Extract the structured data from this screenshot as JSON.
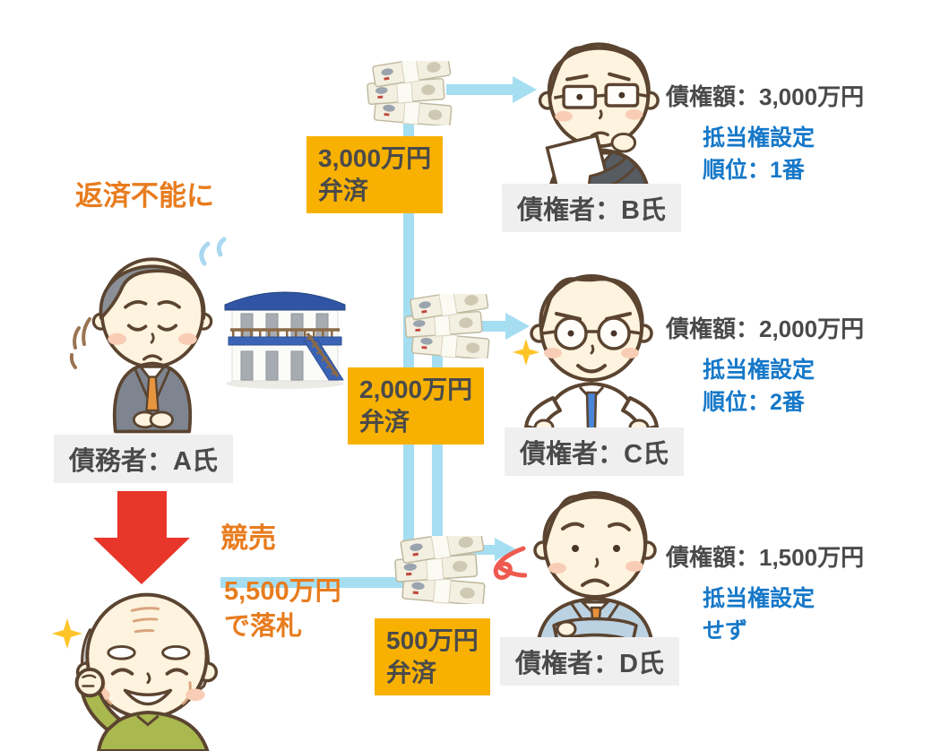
{
  "colors": {
    "connector": "#A5DEF1",
    "payment_box": "#F8B100",
    "label_box_bg": "#EFEFEF",
    "text_dark": "#4A4A4A",
    "text_blue": "#1678C8",
    "text_orange": "#E87C1E",
    "arrow_red": "#E8362A"
  },
  "debtor": {
    "status_label": "返済不能に",
    "name_label": "債務者：A氏"
  },
  "auction": {
    "title": "競売",
    "bid_line1": "5,500万円",
    "bid_line2": "で落札"
  },
  "payments": [
    {
      "line1": "3,000万円",
      "line2": "弁済"
    },
    {
      "line1": "2,000万円",
      "line2": "弁済"
    },
    {
      "line1": "500万円",
      "line2": "弁済"
    }
  ],
  "creditors": [
    {
      "name_label": "債権者：B氏",
      "claim": "債権額：3,000万円",
      "mortgage_line1": "抵当権設定",
      "mortgage_line2": "順位：1番"
    },
    {
      "name_label": "債権者：C氏",
      "claim": "債権額：2,000万円",
      "mortgage_line1": "抵当権設定",
      "mortgage_line2": "順位：2番"
    },
    {
      "name_label": "債権者：D氏",
      "claim": "債権額：1,500万円",
      "mortgage_line1": "抵当権設定",
      "mortgage_line2": "せず"
    }
  ],
  "icons": {
    "building": "apartment-building-icon",
    "money": "money-stack-icon",
    "sparkle": "sparkle-icon",
    "squiggle": "red-squiggle-icon",
    "sweat": "sweat-drops-icon",
    "down_arrow": "red-down-arrow-icon"
  }
}
